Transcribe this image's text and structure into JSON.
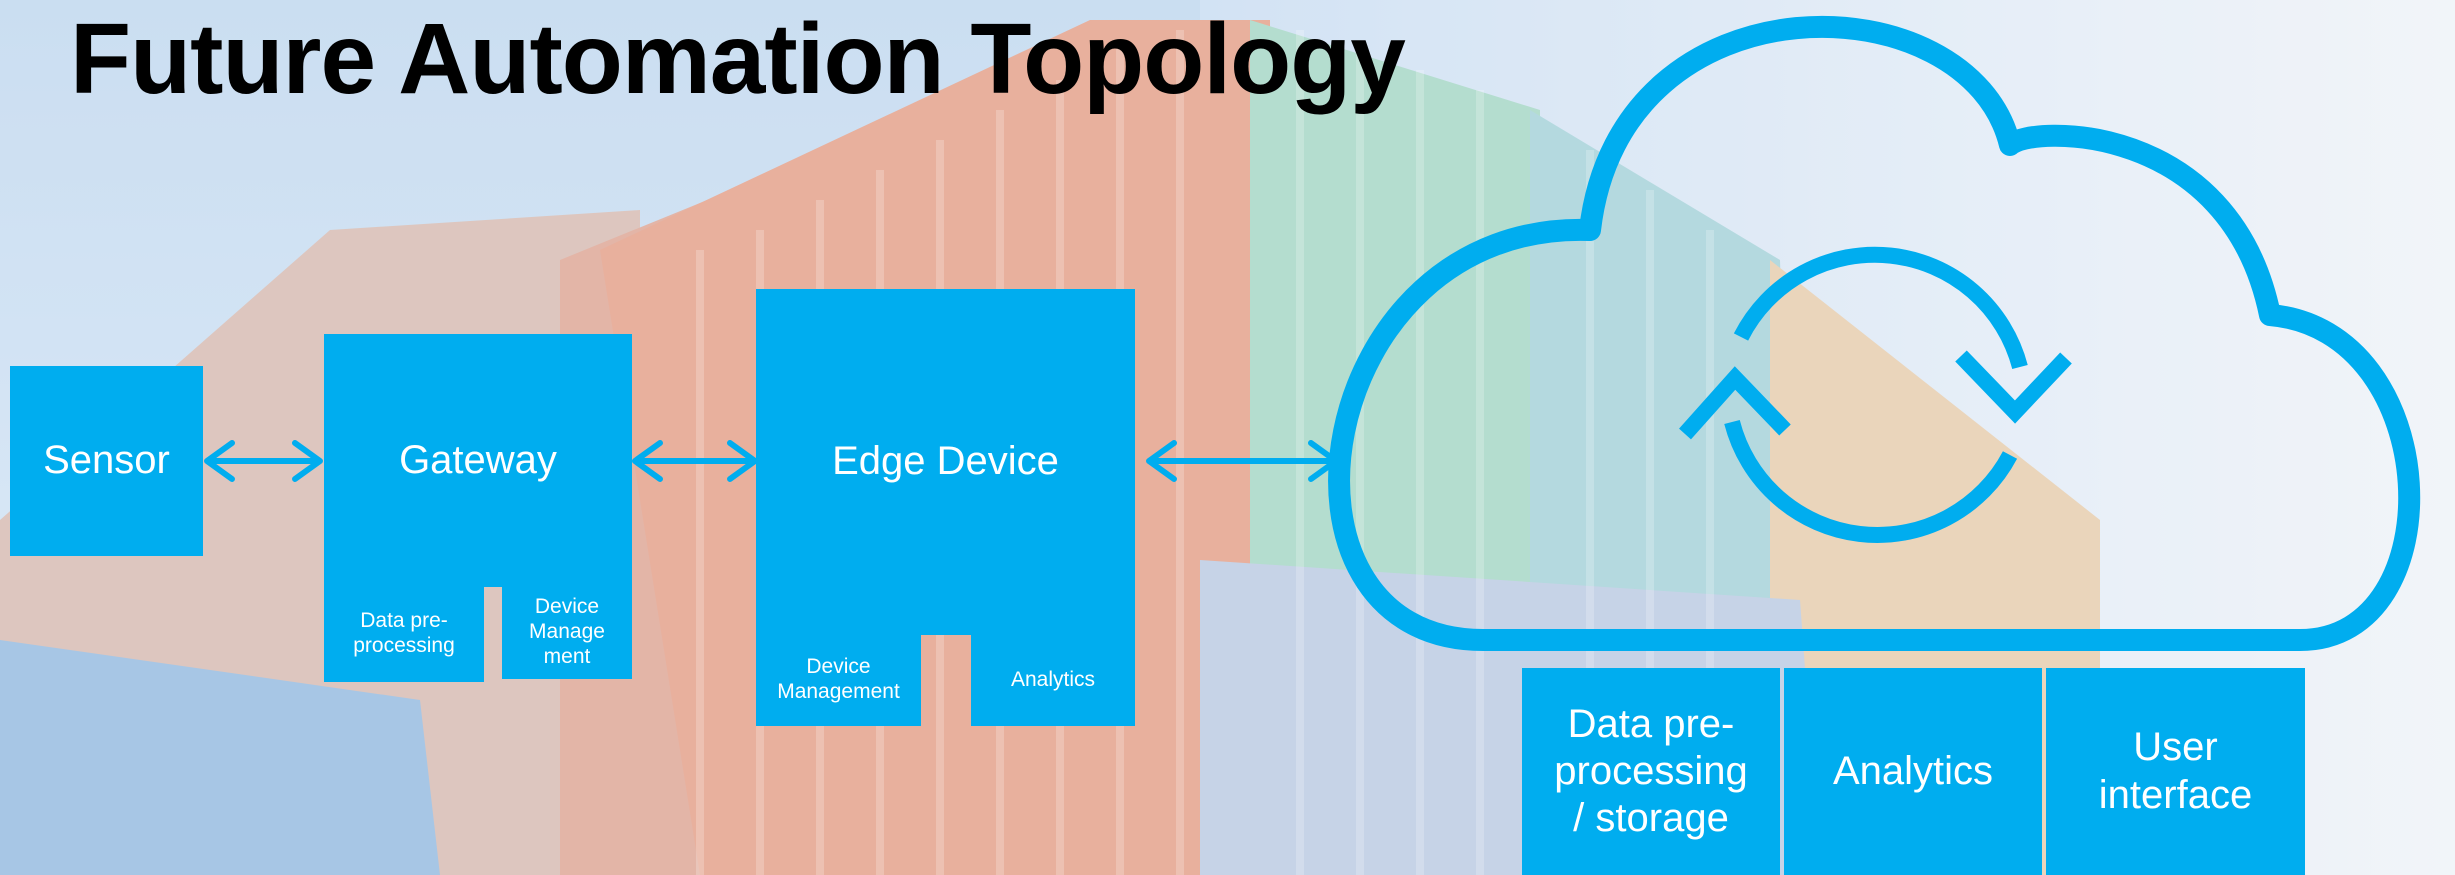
{
  "title": "Future Automation Topology",
  "colors": {
    "accent": "#00adef",
    "title": "#000000",
    "label": "#ffffff"
  },
  "blocks": {
    "sensor": "Sensor",
    "gateway": "Gateway",
    "gateway_preprocessing": "Data pre-\nprocessing",
    "gateway_management": "Device\nManage\nment",
    "edge_device": "Edge Device",
    "edge_management": "Device\nManagement",
    "edge_analytics": "Analytics"
  },
  "cloud": {
    "icon": "cloud-sync-icon",
    "services": {
      "preprocessing": "Data pre-\nprocessing\n/ storage",
      "analytics": "Analytics",
      "user_interface": "User\ninterface"
    }
  }
}
